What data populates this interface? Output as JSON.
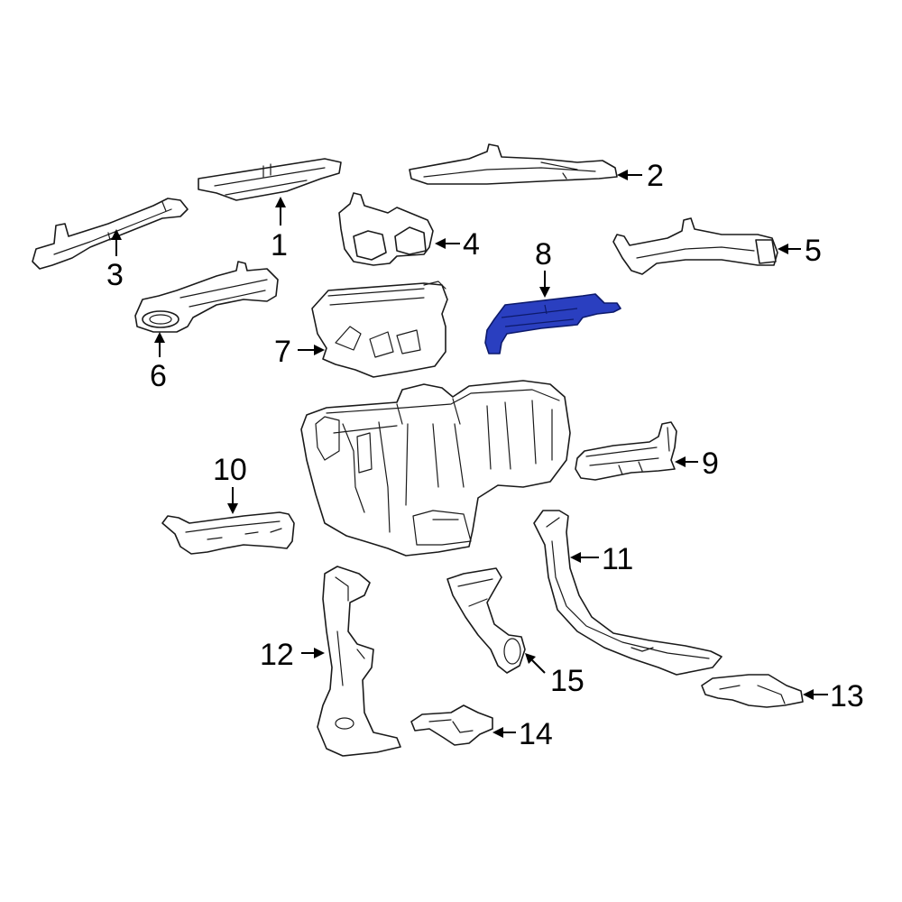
{
  "diagram": {
    "highlight_color": "#2a3fc0",
    "line_color": "#1a1a1a",
    "background_color": "#ffffff",
    "callouts": [
      {
        "id": "1",
        "label": "1"
      },
      {
        "id": "2",
        "label": "2"
      },
      {
        "id": "3",
        "label": "3"
      },
      {
        "id": "4",
        "label": "4"
      },
      {
        "id": "5",
        "label": "5"
      },
      {
        "id": "6",
        "label": "6"
      },
      {
        "id": "7",
        "label": "7"
      },
      {
        "id": "8",
        "label": "8",
        "highlighted": true
      },
      {
        "id": "9",
        "label": "9"
      },
      {
        "id": "10",
        "label": "10"
      },
      {
        "id": "11",
        "label": "11"
      },
      {
        "id": "12",
        "label": "12"
      },
      {
        "id": "13",
        "label": "13"
      },
      {
        "id": "14",
        "label": "14"
      },
      {
        "id": "15",
        "label": "15"
      }
    ]
  }
}
